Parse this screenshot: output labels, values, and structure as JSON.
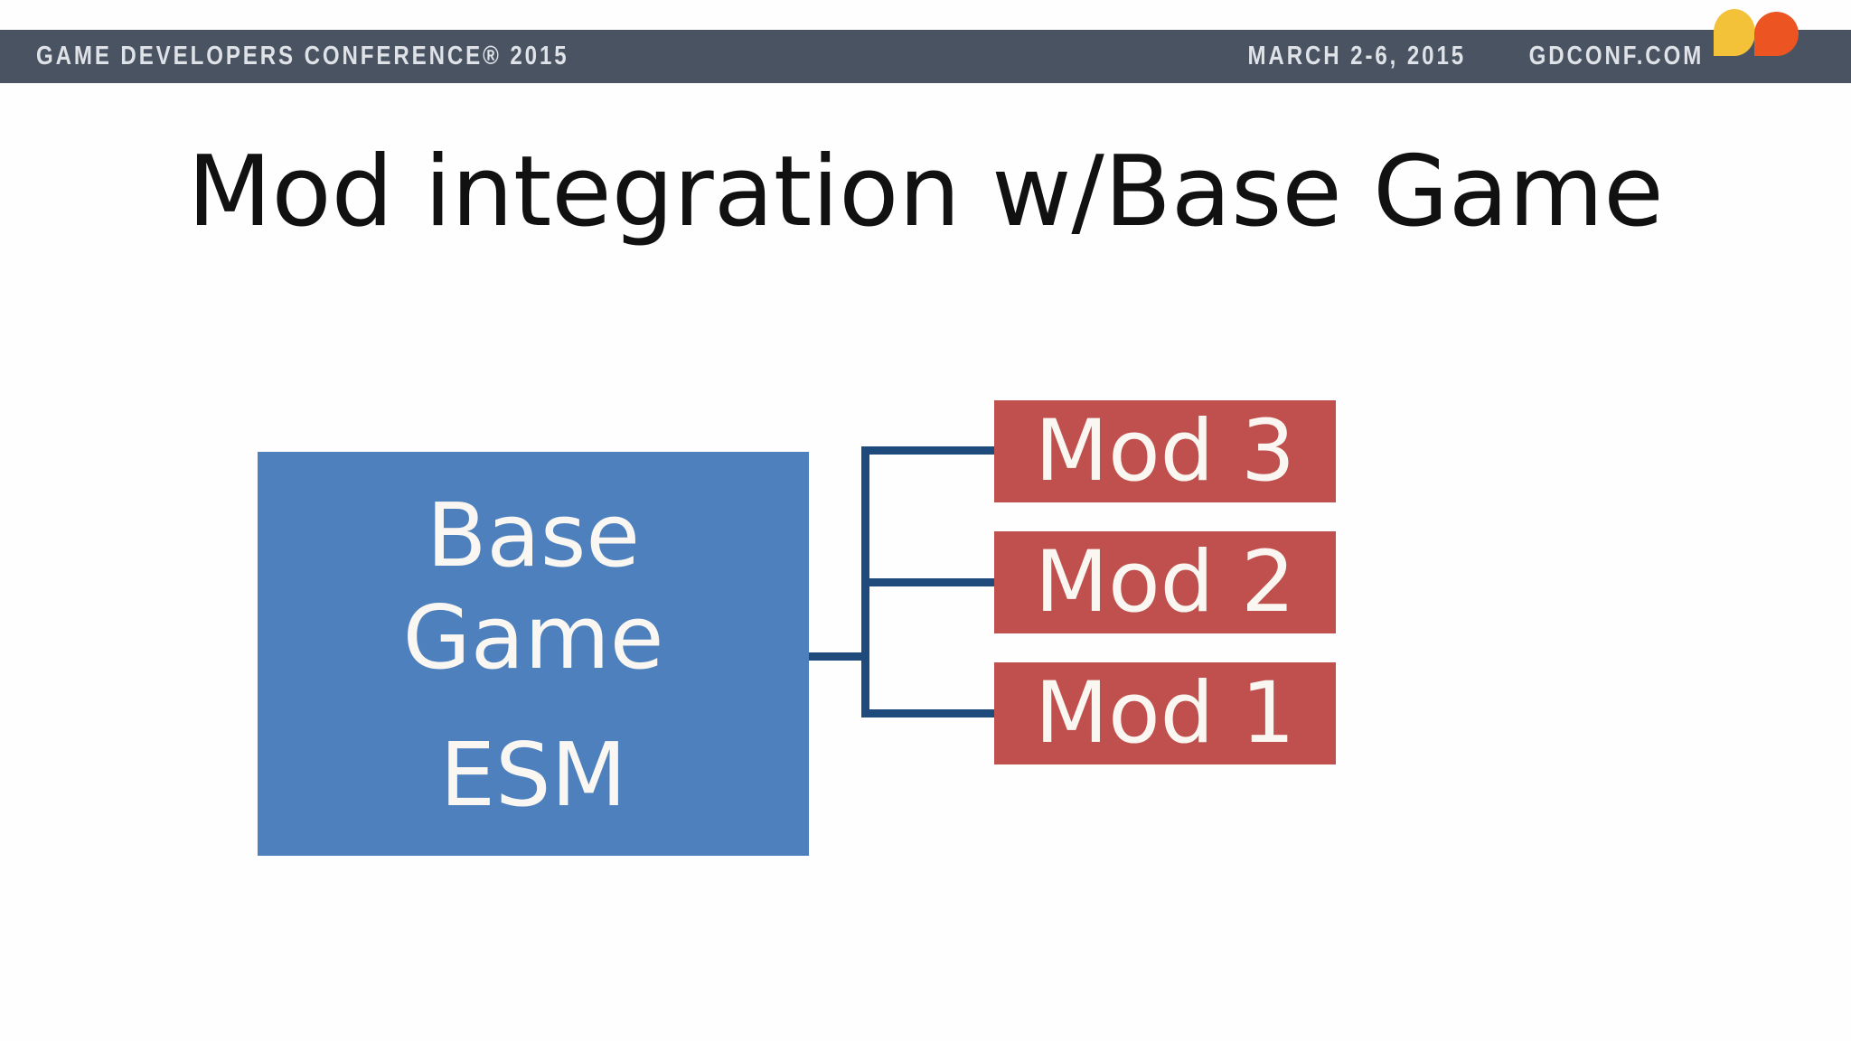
{
  "header": {
    "conference_name": "GAME DEVELOPERS CONFERENCE® 2015",
    "event_dates": "MARCH 2-6, 2015",
    "event_site": "GDCONF.COM"
  },
  "slide": {
    "title": "Mod integration w/Base Game",
    "diagram": {
      "base_box": {
        "name": "Base Game",
        "subtitle": "ESM"
      },
      "mods": [
        "Mod 3",
        "Mod 2",
        "Mod 1"
      ]
    }
  },
  "colors": {
    "bar_bg": "#4A5362",
    "bar_text": "#DFE3E8",
    "logo_yellow": "#F4C238",
    "logo_orange": "#EC5522",
    "slide_bg": "#FEFEFE",
    "title_color": "#111111",
    "base_box_bg": "#4E80BE",
    "mod_box_bg": "#C0504D",
    "connector": "#1F4A7C",
    "box_text": "#FAF7F2"
  }
}
